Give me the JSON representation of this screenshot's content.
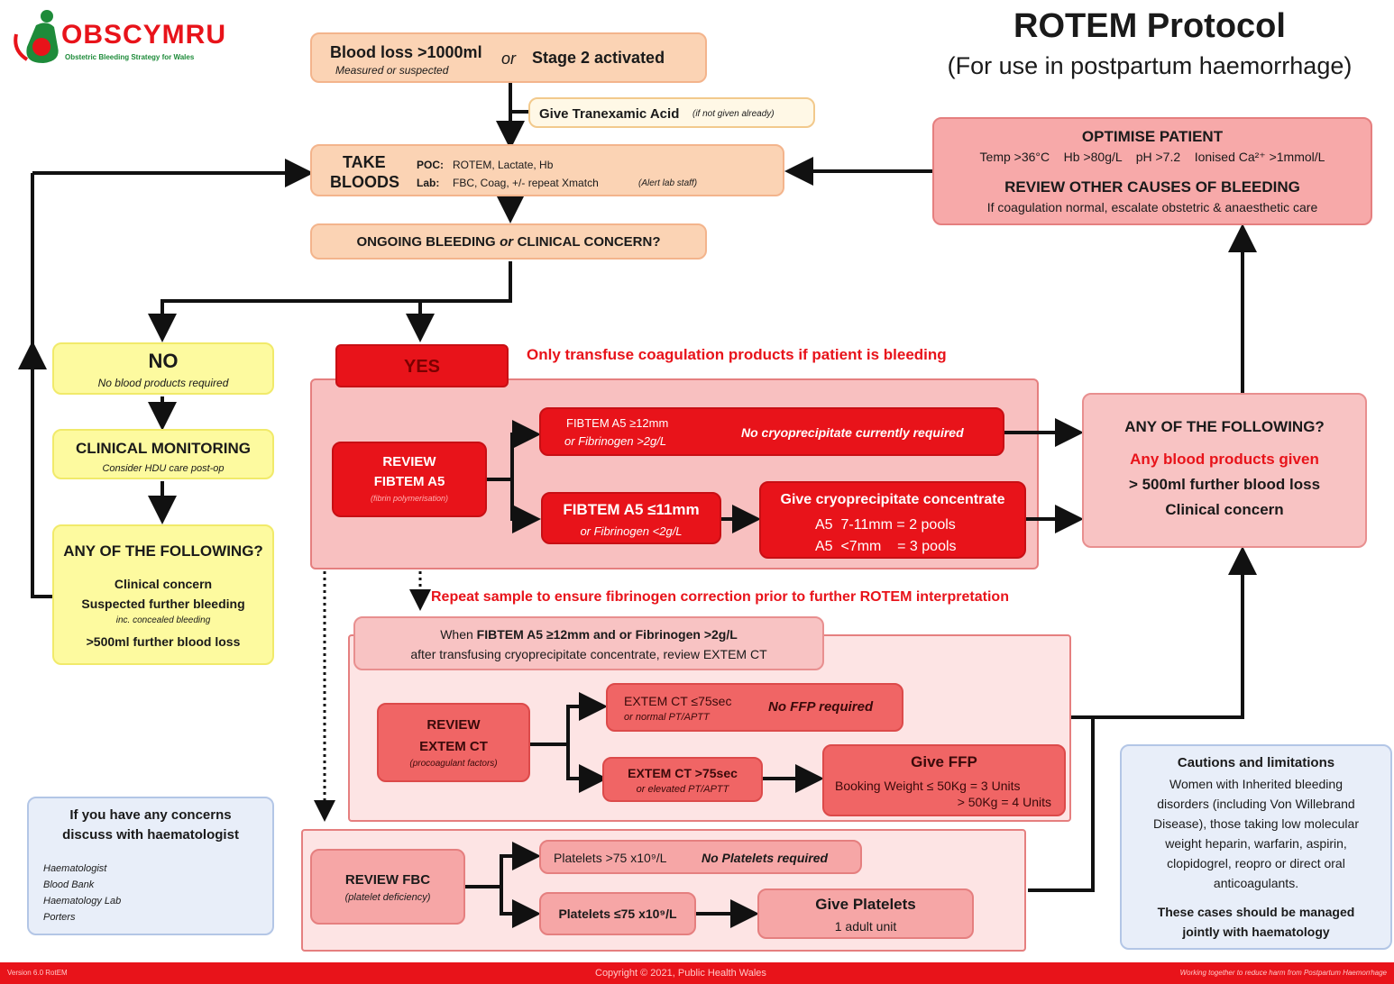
{
  "logo": {
    "name": "OBSCYMRU",
    "tagline": "Obstetric Bleeding Strategy for Wales"
  },
  "title": "ROTEM Protocol",
  "subtitle": "(For use in postpartum haemorrhage)",
  "start": {
    "blood_loss": "Blood loss >1000ml",
    "measured": "Measured or suspected",
    "or": "or",
    "stage": "Stage 2 activated"
  },
  "txa": {
    "label": "Give Tranexamic Acid",
    "note": "(if not given already)"
  },
  "take_bloods": {
    "title1": "TAKE",
    "title2": "BLOODS",
    "poc_label": "POC:",
    "poc": "ROTEM, Lactate, Hb",
    "lab_label": "Lab:",
    "lab": "FBC, Coag, +/- repeat Xmatch",
    "lab_note": "(Alert lab staff)"
  },
  "ongoing": {
    "prefix": "ONGOING BLEEDING",
    "or": "or",
    "suffix": "CLINICAL CONCERN?"
  },
  "optimise": {
    "title": "OPTIMISE PATIENT",
    "targets": "Temp >36°C    Hb >80g/L    pH >7.2    Ionised Ca²⁺ >1mmol/L",
    "review_title": "REVIEW OTHER CAUSES OF BLEEDING",
    "review_text": "If coagulation normal, escalate obstetric & anaesthetic care"
  },
  "no_branch": {
    "title": "NO",
    "sub": "No blood products required",
    "monitor_title": "CLINICAL MONITORING",
    "monitor_sub": "Consider HDU care post-op",
    "any_title": "ANY OF THE FOLLOWING?",
    "any1": "Clinical concern",
    "any2": "Suspected further bleeding",
    "any3": "inc. concealed bleeding",
    "any4": ">500ml further blood loss"
  },
  "yes_branch": {
    "title": "YES",
    "warning": "Only transfuse coagulation products if patient is bleeding"
  },
  "fibtem": {
    "review1": "REVIEW",
    "review2": "FIBTEM A5",
    "review3": "(fibrin polymerisation)",
    "high1": "FIBTEM A5 ≥12mm",
    "high2": "or Fibrinogen >2g/L",
    "high_result": "No cryoprecipitate currently required",
    "low1": "FIBTEM A5 ≤11mm",
    "low2": "or Fibrinogen <2g/L",
    "cryo_title": "Give cryoprecipitate concentrate",
    "cryo1": "A5  7-11mm = 2 pools",
    "cryo2": "A5  <7mm    = 3 pools"
  },
  "any_right": {
    "title": "ANY OF THE FOLLOWING?",
    "item1": "Any blood products given",
    "item2": "> 500ml further blood loss",
    "item3": "Clinical concern"
  },
  "repeat": "Repeat sample to ensure fibrinogen correction prior to further ROTEM interpretation",
  "extem": {
    "when_prefix": "When",
    "when_bold": "FIBTEM A5 ≥12mm and or Fibrinogen >2g/L",
    "when_line2": "after transfusing cryoprecipitate concentrate, review EXTEM CT",
    "review1": "REVIEW",
    "review2": "EXTEM CT",
    "review3": "(procoagulant factors)",
    "normal1": "EXTEM CT ≤75sec",
    "normal2": "or normal PT/APTT",
    "normal_result": "No FFP required",
    "high1": "EXTEM CT >75sec",
    "high2": "or elevated PT/APTT",
    "ffp_title": "Give FFP",
    "ffp1": "Booking Weight ≤ 50Kg = 3 Units",
    "ffp2": "> 50Kg = 4 Units"
  },
  "fbc": {
    "review1": "REVIEW FBC",
    "review2": "(platelet deficiency)",
    "normal": "Platelets >75 x10⁹/L",
    "normal_result": "No Platelets required",
    "low": "Platelets ≤75 x10⁹/L",
    "give_title": "Give Platelets",
    "give_sub": "1 adult unit"
  },
  "concerns": {
    "title1": "If you have any concerns",
    "title2": "discuss with haematologist",
    "contacts": [
      "Haematologist",
      "Blood Bank",
      "Haematology Lab",
      "Porters"
    ]
  },
  "cautions": {
    "title": "Cautions and limitations",
    "lines": [
      "Women with Inherited bleeding",
      "disorders (including Von Willebrand",
      "Disease), those taking low molecular",
      "weight heparin, warfarin, aspirin,",
      "clopidogrel, reopro or direct oral",
      "anticoagulants."
    ],
    "bold1": "These cases should be managed",
    "bold2": "jointly with haematology"
  },
  "footer": {
    "version": "Version 6.0 RotEM",
    "copyright": "Copyright © 2021, Public Health Wales",
    "tagline": "Working together to reduce harm from Postpartum Haemorrhage"
  },
  "colors": {
    "red": "#e8131a",
    "peach": "#fbd3b4",
    "yellow": "#fdfa9f",
    "pink": "#f6a6a6",
    "blue": "#e8eef9"
  }
}
